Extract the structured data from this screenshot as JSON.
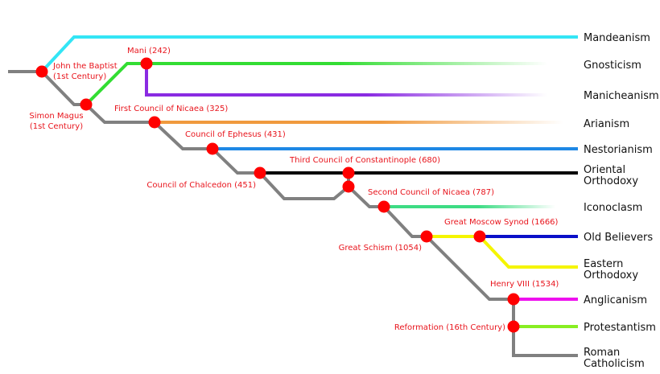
{
  "colors": {
    "trunk": "#808080",
    "event": "#ff0000",
    "event_text": "#e8141c",
    "mandeanism": "#33e5f5",
    "gnosticism": "#33dd33",
    "manicheanism": "#8a2be2",
    "arianism": "#f09a3e",
    "nestorianism": "#1e88e5",
    "oriental": "#000000",
    "iconoclasm": "#3ddc84",
    "old_believers": "#0a10c8",
    "eastern": "#f5f500",
    "anglicanism": "#ee11ee",
    "protestantism": "#88ee22"
  },
  "branches": [
    {
      "id": "mandeanism",
      "label": "Mandeanism"
    },
    {
      "id": "gnosticism",
      "label": "Gnosticism"
    },
    {
      "id": "manicheanism",
      "label": "Manicheanism"
    },
    {
      "id": "arianism",
      "label": "Arianism"
    },
    {
      "id": "nestorianism",
      "label": "Nestorianism"
    },
    {
      "id": "oriental",
      "label": "Oriental Orthodoxy"
    },
    {
      "id": "iconoclasm",
      "label": "Iconoclasm"
    },
    {
      "id": "old_believers",
      "label": "Old Believers"
    },
    {
      "id": "eastern",
      "label": "Eastern Orthodoxy"
    },
    {
      "id": "anglicanism",
      "label": "Anglicanism"
    },
    {
      "id": "protestantism",
      "label": "Protestantism"
    },
    {
      "id": "roman",
      "label": "Roman Catholicism"
    }
  ],
  "events": [
    {
      "id": "john",
      "label": "John the Baptist (1st Century)"
    },
    {
      "id": "simon",
      "label": "Simon Magus (1st Century)"
    },
    {
      "id": "mani",
      "label": "Mani (242)"
    },
    {
      "id": "nicaea1",
      "label": "First Council of Nicaea (325)"
    },
    {
      "id": "ephesus",
      "label": "Council of Ephesus (431)"
    },
    {
      "id": "chalcedon",
      "label": "Council of Chalcedon (451)"
    },
    {
      "id": "constantinople3",
      "label": "Third Council of Constantinople (680)"
    },
    {
      "id": "nicaea2",
      "label": "Second Council of Nicaea (787)"
    },
    {
      "id": "schism",
      "label": "Great Schism (1054)"
    },
    {
      "id": "moscow",
      "label": "Great Moscow Synod (1666)"
    },
    {
      "id": "henry",
      "label": "Henry VIII (1534)"
    },
    {
      "id": "reformation",
      "label": "Reformation (16th Century)"
    }
  ]
}
